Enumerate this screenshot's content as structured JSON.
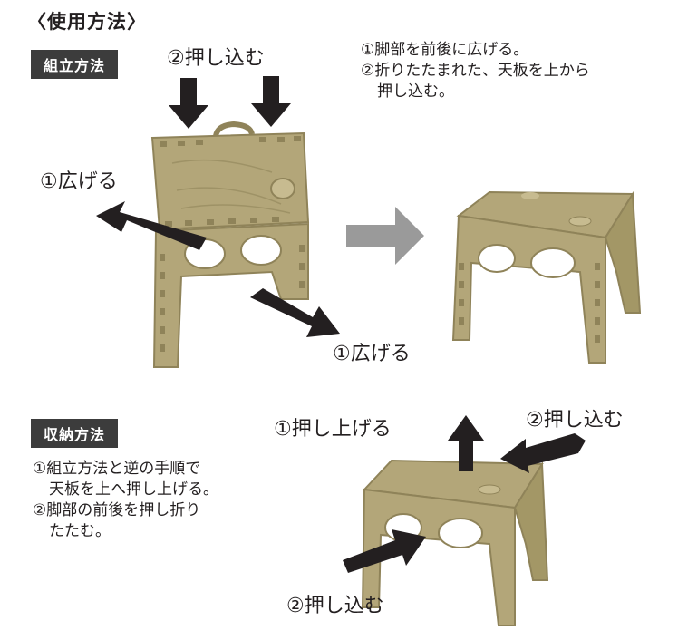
{
  "header": {
    "title": "〈使用方法〉"
  },
  "assembly": {
    "badge": "組立方法",
    "push_label": "②押し込む",
    "spread_left_label": "①広げる",
    "spread_bottom_label": "①広げる",
    "steps": [
      "①脚部を前後に広げる。",
      "②折りたたまれた、天板を上から",
      "押し込む。"
    ]
  },
  "storage": {
    "badge": "収納方法",
    "lift_label": "①押し上げる",
    "push_right_label": "②押し込む",
    "push_bottom_label": "②押し込む",
    "steps": [
      "①組立方法と逆の手順で",
      "天板を上へ押し上げる。",
      "②脚部の前後を押し折り",
      "たたむ。"
    ]
  },
  "colors": {
    "stool": "#b3a679",
    "stool_dark": "#8f8359",
    "arrow": "#231f20",
    "gray_arrow": "#9a9a9a",
    "badge": "#3c3c3c"
  }
}
